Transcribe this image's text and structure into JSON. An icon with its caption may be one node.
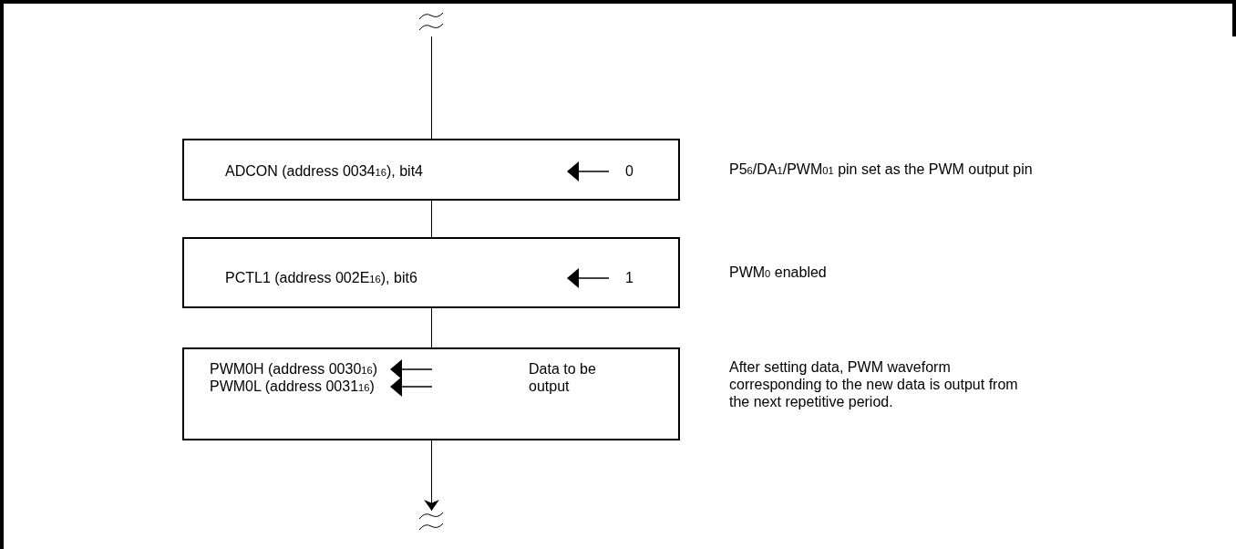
{
  "diagram": {
    "nodes": [
      {
        "text": [],
        "shape": "wave"
      },
      {
        "text": [
          "ADCON (address 0034$_{16}$), bit4",
          "0"
        ],
        "beside": [
          "P5$_{6}$/DA$_{1}$/PWM$_{01}$ pin set as the PWM output pin"
        ]
      },
      {
        "text": [
          "PCTL1 (address 002E$_{16}$), bit6",
          "1"
        ],
        "beside": [
          "PWM$_{0}$ enabled"
        ]
      },
      {
        "text": [
          "PWM0H (address 0030$_{16}$)",
          "PWM0L (address 0031$_{16}$)",
          "Data to be output"
        ],
        "beside": [
          "After setting data, PWM waveform corresponding to the new data is output from the next repetitive period."
        ]
      },
      {
        "text": [],
        "shape": "wave"
      }
    ],
    "edges": [
      {
        "from": 0,
        "to": 1,
        "arrow": "none"
      },
      {
        "from": 1,
        "to": 2,
        "arrow": "none"
      },
      {
        "from": 2,
        "to": 3,
        "arrow": "none"
      },
      {
        "from": 3,
        "to": 4,
        "arrow": "to"
      }
    ]
  }
}
